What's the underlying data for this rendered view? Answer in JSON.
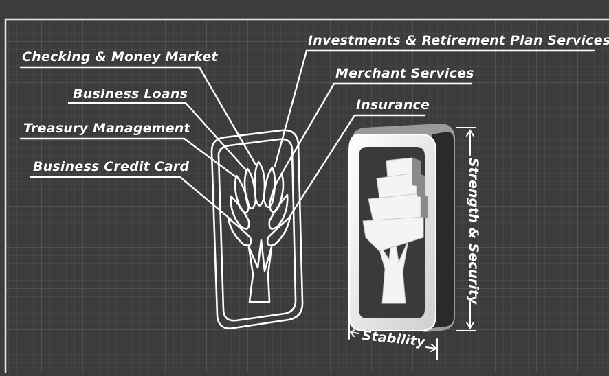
{
  "labels": {
    "investments": "Investments & Retirement Plan Services",
    "checking": "Checking & Money Market",
    "merchant": "Merchant Services",
    "business_loans": "Business Loans",
    "insurance": "Insurance",
    "treasury": "Treasury Management",
    "credit_card": "Business Credit Card",
    "strength": "Strength & Security",
    "stability": "Stability"
  },
  "colors": {
    "background": "#3c3c3c",
    "grid": "#5a5a5a",
    "line": "#ffffff"
  }
}
